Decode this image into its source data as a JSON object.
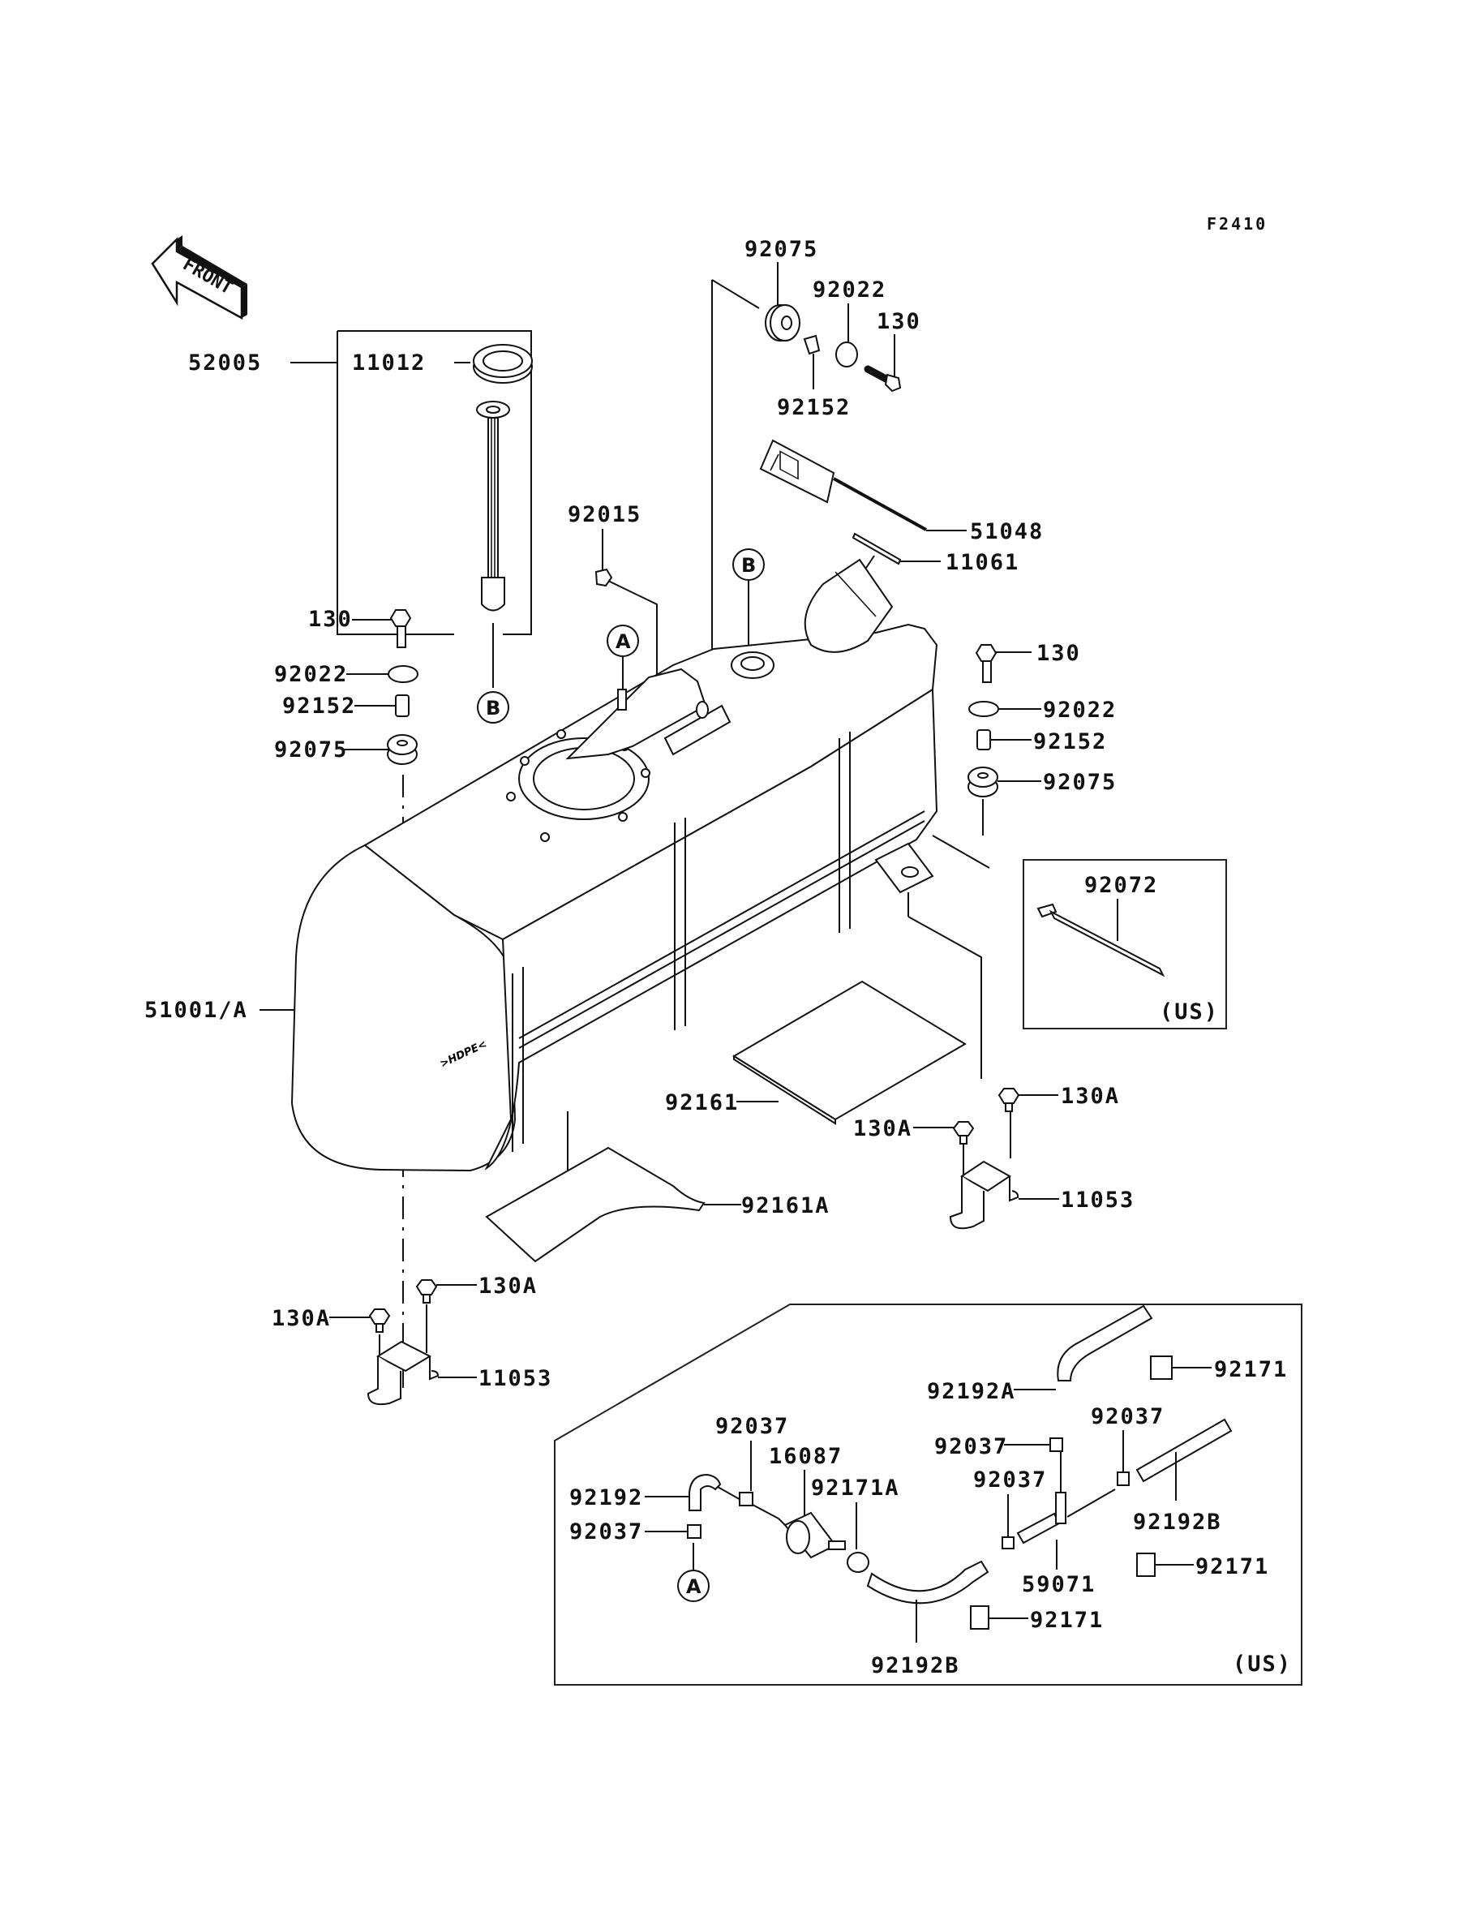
{
  "diagram": {
    "figure_ref": "F2410",
    "front_arrow_label": "FRONT",
    "hdpe_mark": ">HDPE<",
    "region_note": "(US)",
    "callouts": {
      "A": "A",
      "B": "B"
    },
    "labels": {
      "p52005": "52005",
      "p11012": "11012",
      "p92075_top": "92075",
      "p92022_top": "92022",
      "p130_top": "130",
      "p92152_top": "92152",
      "p51048": "51048",
      "p11061": "11061",
      "p92015": "92015",
      "p130_left": "130",
      "p92022_left": "92022",
      "p92152_left": "92152",
      "p92075_left": "92075",
      "p130_right": "130",
      "p92022_right": "92022",
      "p92152_right": "92152",
      "p92075_right": "92075",
      "p92072": "92072",
      "p92072_region": "(US)",
      "p51001A": "51001/A",
      "p92161": "92161",
      "p92161A": "92161A",
      "p130A_r1": "130A",
      "p130A_r2": "130A",
      "p11053_r": "11053",
      "p130A_l1": "130A",
      "p130A_l2": "130A",
      "p11053_l": "11053",
      "p92192A": "92192A",
      "p92171_1": "92171",
      "p92037_1": "92037",
      "p92037_2": "92037",
      "p92037_3": "92037",
      "p92037_4": "92037",
      "p92037_5": "92037",
      "p92192": "92192",
      "p16087": "16087",
      "p92171A": "92171A",
      "p92192B_r": "92192B",
      "p92171_2": "92171",
      "p59071": "59071",
      "p92171_3": "92171",
      "p92192B_b": "92192B",
      "hose_box_region": "(US)"
    }
  }
}
